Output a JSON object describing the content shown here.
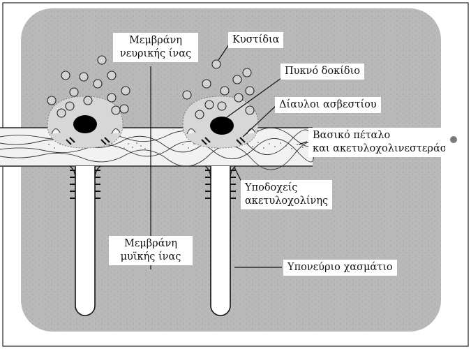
{
  "labels": {
    "nerve_membrane": [
      "Μεμβράνη",
      "νευρικής ίνας"
    ],
    "vesicles": "Κυστίδια",
    "dense_bar": "Πυκνό δοκίδιο",
    "calcium_channels": "Δίαυλοι ασβεστίου",
    "basal_lamina": [
      "Βασικό πέταλο",
      "και ακετυλοχολινεστεράση"
    ],
    "ach_receptors": [
      "Υποδοχείς",
      "ακετυλοχολίνης"
    ],
    "muscle_membrane": [
      "Μεμβράνη",
      "μυϊκής ίνας"
    ],
    "subneural_cleft": "Υπονεύριο χασμάτιο"
  },
  "colors": {
    "background_panel": "#b9b9b9",
    "membrane_band": "#f2f2f2",
    "vesicle_fill": "#d4d4d4",
    "ink": "#111111"
  }
}
